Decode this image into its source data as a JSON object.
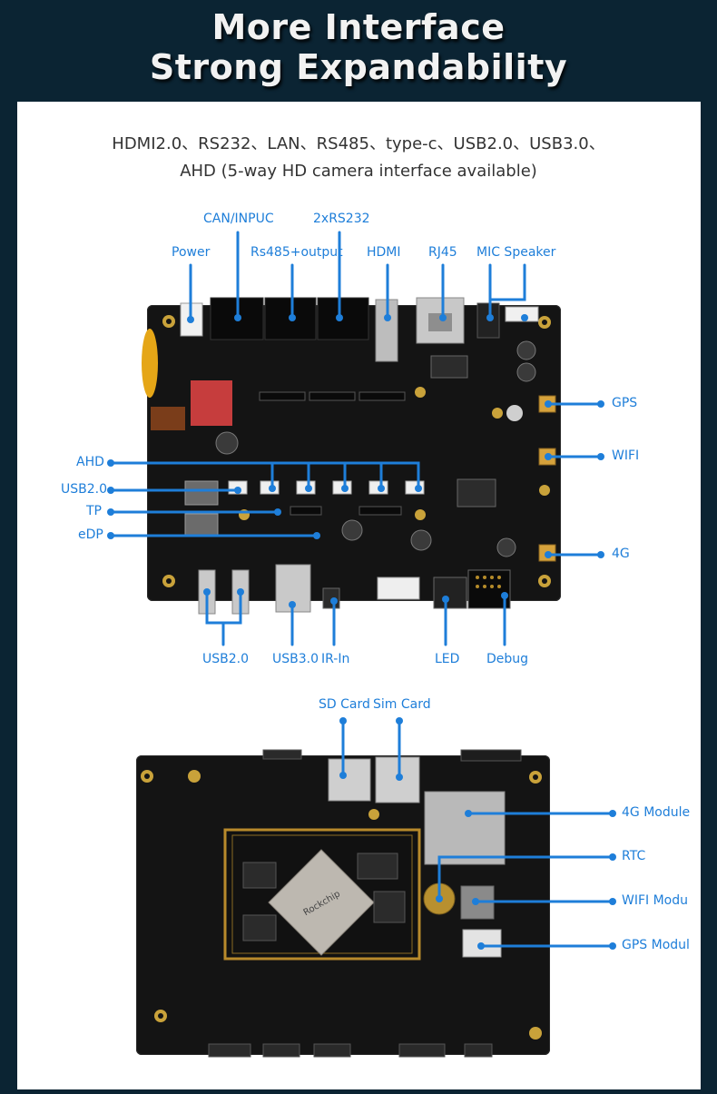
{
  "title": {
    "line1": "More Interface",
    "line2": "Strong Expandability"
  },
  "intro": {
    "line1": "HDMI2.0、RS232、LAN、RS485、type-c、USB2.0、USB3.0、",
    "line2": "AHD (5-way HD camera interface available)"
  },
  "top_board": {
    "labels": {
      "can": "CAN/INPUC",
      "rs232": "2xRS232",
      "power": "Power",
      "rs485": "Rs485+output",
      "hdmi": "HDMI",
      "rj45": "RJ45",
      "mic": "MIC Speaker",
      "gps": "GPS",
      "wifi": "WIFI",
      "g4": "4G",
      "ahd": "AHD",
      "usb20_left": "USB2.0",
      "tp": "TP",
      "edp": "eDP",
      "usb20_bottom": "USB2.0",
      "usb30": "USB3.0",
      "irin": "IR-In",
      "led": "LED",
      "debug": "Debug"
    }
  },
  "bottom_board": {
    "labels": {
      "sd": "SD Card",
      "sim": "Sim Card",
      "module4g": "4G Module",
      "rtc": "RTC",
      "wifimod": "WIFI Modu",
      "gpsmod": "GPS Modul"
    },
    "chip_text": "Rockchip"
  },
  "colors": {
    "accent": "#1e7ed9",
    "header_bg": "#0b2433",
    "pcb": "#141414"
  }
}
